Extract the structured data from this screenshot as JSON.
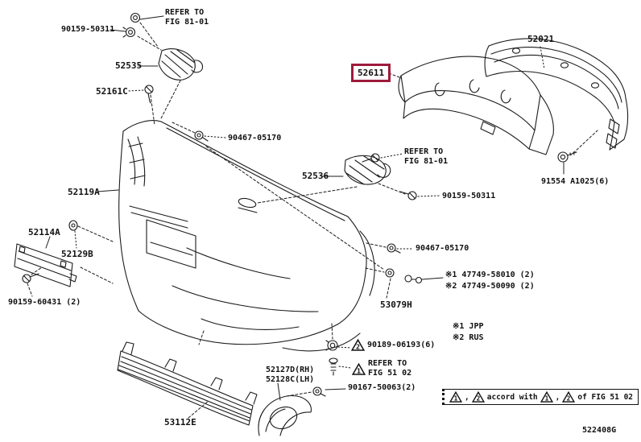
{
  "diagram": {
    "page_code": "522408G",
    "highlight_color": "#9e1b3c"
  },
  "icons": {
    "warning_triangle": "△"
  },
  "labels": {
    "p90159_50311": "90159-50311",
    "refer_to": "REFER TO",
    "fig_81_01": "FIG 81-01",
    "p52535": "52535",
    "p52161c": "52161C",
    "p52611": "52611",
    "p52021": "52021",
    "p91554": "91554 A1025(6)",
    "p52536": "52536",
    "p52119a": "52119A",
    "p90467_05170": "90467-05170",
    "p52114a": "52114A",
    "p52129b": "52129B",
    "p90159_60431": "90159-60431 (2)",
    "p47749_1": "※1 47749-58010 (2)",
    "p47749_2": "※2 47749-50090 (2)",
    "p53079h": "53079H",
    "note_1": "※1 JPP",
    "note_2": "※2 RUS",
    "p90189_06193": "90189-06193(6)",
    "refer_to_2": "REFER TO",
    "fig_51_02": "FIG 51 02",
    "p90167_50063": "90167-50063(2)",
    "p52127d": "52127D(RH)",
    "p52128c": "52128C(LH)",
    "p53112e": "53112E"
  },
  "legend": {
    "n1": "1",
    "n2": "2",
    "comma": ",",
    "accord": "accord with",
    "of": "of FIG 51 02"
  }
}
